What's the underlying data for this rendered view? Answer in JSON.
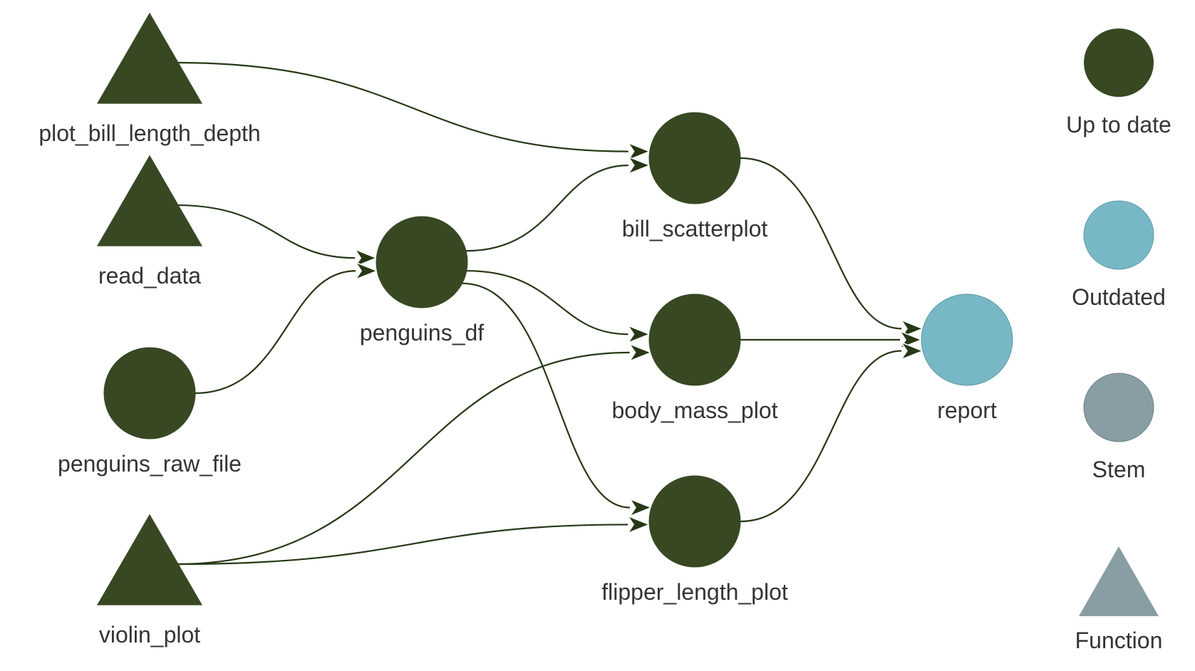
{
  "graph": {
    "colors": {
      "up_to_date": "#374823",
      "outdated": "#78B7C5",
      "stem": "#899DA4",
      "function": "#899DA4",
      "edge": "#263815",
      "label": "#343434"
    },
    "nodes": [
      {
        "id": "plot_bill_length_depth",
        "label": "plot_bill_length_depth",
        "type": "function",
        "status": "up_to_date"
      },
      {
        "id": "read_data",
        "label": "read_data",
        "type": "function",
        "status": "up_to_date"
      },
      {
        "id": "penguins_raw_file",
        "label": "penguins_raw_file",
        "type": "stem",
        "status": "up_to_date"
      },
      {
        "id": "violin_plot",
        "label": "violin_plot",
        "type": "function",
        "status": "up_to_date"
      },
      {
        "id": "penguins_df",
        "label": "penguins_df",
        "type": "stem",
        "status": "up_to_date"
      },
      {
        "id": "bill_scatterplot",
        "label": "bill_scatterplot",
        "type": "stem",
        "status": "up_to_date"
      },
      {
        "id": "body_mass_plot",
        "label": "body_mass_plot",
        "type": "stem",
        "status": "up_to_date"
      },
      {
        "id": "flipper_length_plot",
        "label": "flipper_length_plot",
        "type": "stem",
        "status": "up_to_date"
      },
      {
        "id": "report",
        "label": "report",
        "type": "stem",
        "status": "outdated"
      }
    ],
    "edges": [
      {
        "from": "plot_bill_length_depth",
        "to": "bill_scatterplot"
      },
      {
        "from": "read_data",
        "to": "penguins_df"
      },
      {
        "from": "penguins_raw_file",
        "to": "penguins_df"
      },
      {
        "from": "penguins_df",
        "to": "bill_scatterplot"
      },
      {
        "from": "penguins_df",
        "to": "body_mass_plot"
      },
      {
        "from": "penguins_df",
        "to": "flipper_length_plot"
      },
      {
        "from": "violin_plot",
        "to": "body_mass_plot"
      },
      {
        "from": "violin_plot",
        "to": "flipper_length_plot"
      },
      {
        "from": "bill_scatterplot",
        "to": "report"
      },
      {
        "from": "body_mass_plot",
        "to": "report"
      },
      {
        "from": "flipper_length_plot",
        "to": "report"
      }
    ]
  },
  "legend": [
    {
      "label": "Up to date",
      "shape": "dot",
      "status": "up_to_date"
    },
    {
      "label": "Outdated",
      "shape": "dot",
      "status": "outdated"
    },
    {
      "label": "Stem",
      "shape": "dot",
      "status": "stem"
    },
    {
      "label": "Function",
      "shape": "triangle",
      "status": "function"
    }
  ]
}
